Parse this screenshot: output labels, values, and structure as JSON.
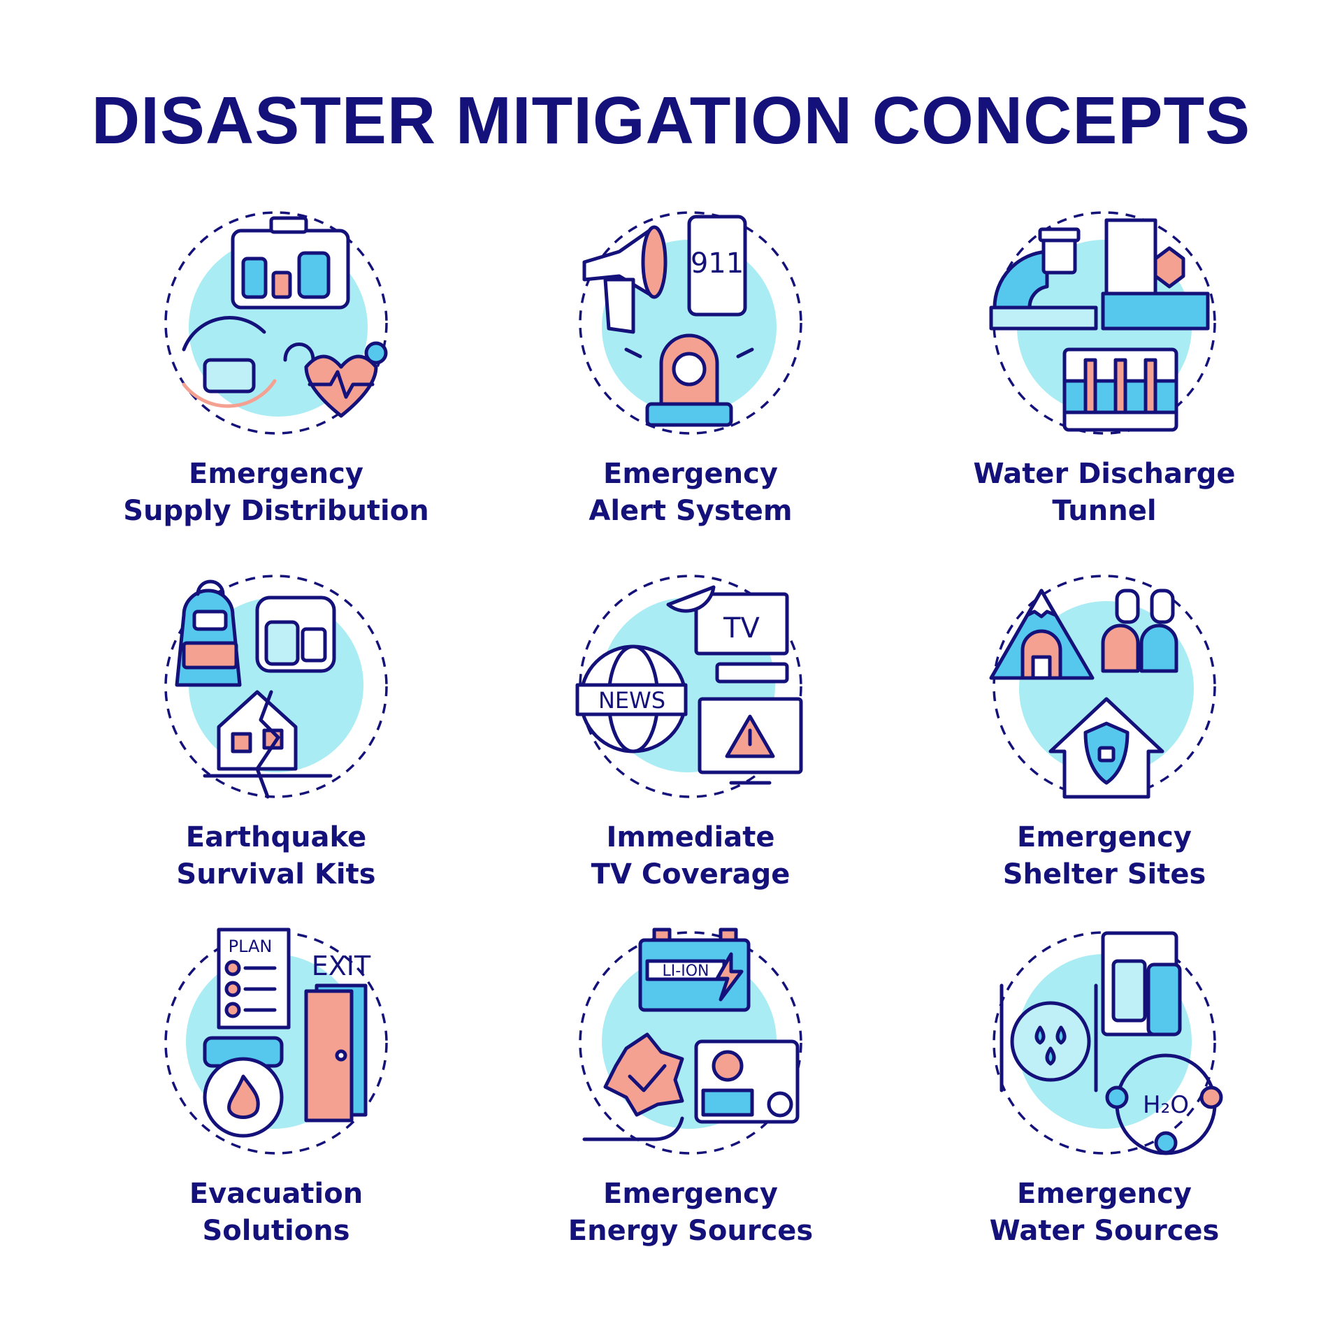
{
  "title": "DISASTER MITIGATION CONCEPTS",
  "colors": {
    "ink": "#14127a",
    "accent_blue": "#56c8ee",
    "accent_pink": "#f4a192",
    "circle_fill": "#a9ecf3"
  },
  "concepts": [
    {
      "icon": "supply-distribution-icon",
      "line1": "Emergency",
      "line2": "Supply Distribution"
    },
    {
      "icon": "alert-system-icon",
      "line1": "Emergency",
      "line2": "Alert System",
      "icon_text": "911"
    },
    {
      "icon": "water-discharge-tunnel-icon",
      "line1": "Water Discharge",
      "line2": "Tunnel"
    },
    {
      "icon": "survival-kit-icon",
      "line1": "Earthquake",
      "line2": "Survival Kits"
    },
    {
      "icon": "tv-coverage-icon",
      "line1": "Immediate",
      "line2": "TV Coverage",
      "icon_text_tv": "TV",
      "icon_text_news": "NEWS"
    },
    {
      "icon": "shelter-sites-icon",
      "line1": "Emergency",
      "line2": "Shelter Sites"
    },
    {
      "icon": "evacuation-icon",
      "line1": "Evacuation",
      "line2": "Solutions",
      "icon_text_plan": "PLAN",
      "icon_text_exit": "EXIT"
    },
    {
      "icon": "energy-sources-icon",
      "line1": "Emergency",
      "line2": "Energy Sources",
      "icon_text": "LI-ION"
    },
    {
      "icon": "water-sources-icon",
      "line1": "Emergency",
      "line2": "Water Sources",
      "icon_text": "H₂O"
    }
  ]
}
